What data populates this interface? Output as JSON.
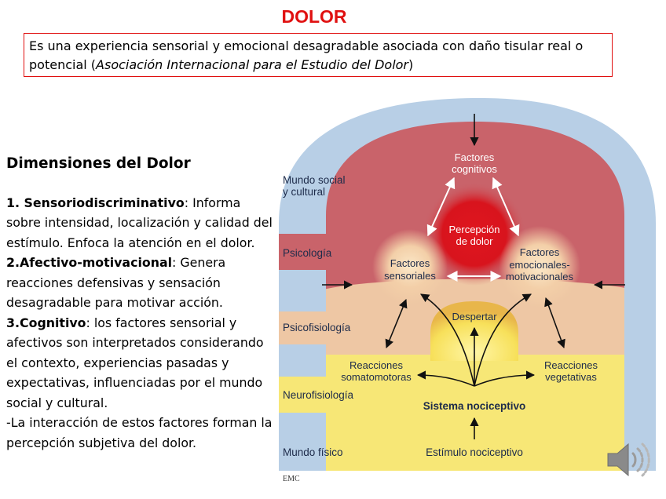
{
  "title": "DOLOR",
  "definition": {
    "text_before": "Es una experiencia sensorial y emocional desagradable asociada con daño tisular real o potencial (",
    "source_italic": "Asociación Internacional para el Estudio del Dolor",
    "text_after": ")"
  },
  "dimensions": {
    "heading": "Dimensiones del Dolor",
    "items": [
      {
        "label": "1. Sensoriodiscriminativo",
        "text": ": Informa sobre intensidad, localización y calidad del estímulo. Enfoca la atención en el dolor."
      },
      {
        "label": "2.Afectivo-motivacional",
        "text": ": Genera reacciones defensivas y sensación desagradable para motivar acción."
      },
      {
        "label": "3.Cognitivo",
        "text": ": los factores sensorial y afectivos son interpretados considerando el contexto, experiencias pasadas y expectativas, influenciadas por el mundo social y cultural."
      }
    ],
    "closing": "-La interacción de estos factores forman la percepción subjetiva del dolor."
  },
  "diagram": {
    "levels": {
      "social_1": "Mundo social",
      "social_2": "y cultural",
      "psychology": "Psicología",
      "psychophysiology": "Psicofisiología",
      "neurophysiology": "Neurofisiología",
      "physical": "Mundo físico"
    },
    "nodes": {
      "cognitive_1": "Factores",
      "cognitive_2": "cognitivos",
      "perception_1": "Percepción",
      "perception_2": "de dolor",
      "sensory_1": "Factores",
      "sensory_2": "sensoriales",
      "emotional_1": "Factores",
      "emotional_2": "emocionales-",
      "emotional_3": "motivacionales",
      "arousal": "Despertar",
      "somatomotor_1": "Reacciones",
      "somatomotor_2": "somatomotoras",
      "vegetative_1": "Reacciones",
      "vegetative_2": "vegetativas",
      "nociceptive_system": "Sistema nociceptivo",
      "nociceptive_stimulus": "Estímulo nociceptivo"
    },
    "signature": "EMC"
  },
  "colors": {
    "title": "#e01010",
    "outer": "#b8cfe6",
    "psychology": "#c9636a",
    "psychophysiology": "#eec7a4",
    "neurophysiology": "#f7e776",
    "perception": "#d8141d"
  },
  "icons": [
    "speaker-icon"
  ]
}
